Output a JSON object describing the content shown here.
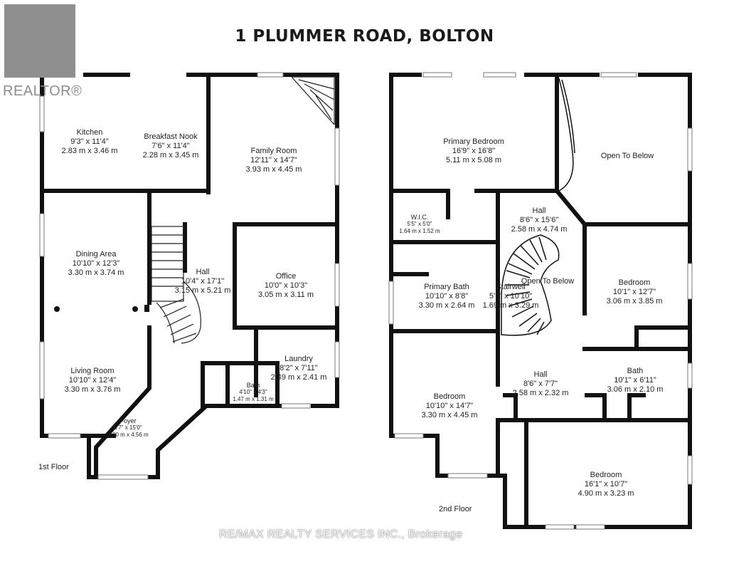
{
  "header": {
    "title": "1 PLUMMER ROAD, BOLTON",
    "logo_text": "REALTOR®"
  },
  "watermark": "RE/MAX REALTY SERVICES INC., Brokerage",
  "floors": [
    {
      "name": "1st Floor",
      "rooms": [
        {
          "name": "Kitchen",
          "imperial": "9'3\" x 11'4\"",
          "metric": "2.83 m x 3.46 m"
        },
        {
          "name": "Breakfast Nook",
          "imperial": "7'6\" x 11'4\"",
          "metric": "2.28 m x 3.45 m"
        },
        {
          "name": "Family Room",
          "imperial": "12'11\" x 14'7\"",
          "metric": "3.93 m x 4.45 m"
        },
        {
          "name": "Dining Area",
          "imperial": "10'10\" x 12'3\"",
          "metric": "3.30 m x 3.74 m"
        },
        {
          "name": "Hall",
          "imperial": "10'4\" x 17'1\"",
          "metric": "3.15 m x 5.21 m"
        },
        {
          "name": "Office",
          "imperial": "10'0\" x 10'3\"",
          "metric": "3.05 m x 3.11 m"
        },
        {
          "name": "Laundry",
          "imperial": "8'2\" x 7'11\"",
          "metric": "2.49 m x 2.41 m"
        },
        {
          "name": "Bath",
          "imperial": "4'10\" x 4'3\"",
          "metric": "1.47 m x 1.31 m"
        },
        {
          "name": "Living Room",
          "imperial": "10'10\" x 12'4\"",
          "metric": "3.30 m x 3.76 m"
        },
        {
          "name": "Foyer",
          "imperial": "6'7\" x 15'0\"",
          "metric": "2.00 m x 4.56 m"
        }
      ]
    },
    {
      "name": "2nd Floor",
      "rooms": [
        {
          "name": "Primary Bedroom",
          "imperial": "16'9\" x 16'8\"",
          "metric": "5.11 m x 5.08 m"
        },
        {
          "name": "Open To Below",
          "imperial": "",
          "metric": ""
        },
        {
          "name": "W.I.C.",
          "imperial": "5'5\" x 5'0\"",
          "metric": "1.64 m x 1.52 m"
        },
        {
          "name": "Hall",
          "imperial": "8'6\" x 15'6\"",
          "metric": "2.58 m x 4.74 m"
        },
        {
          "name": "Primary Bath",
          "imperial": "10'10\" x 8'8\"",
          "metric": "3.30 m x 2.64 m"
        },
        {
          "name": "Stairwell",
          "imperial": "5'7\" x 10'10\"",
          "metric": "1.69 m x 3.29 m"
        },
        {
          "name": "Open To Below",
          "imperial": "",
          "metric": ""
        },
        {
          "name": "Bedroom",
          "imperial": "10'1\" x 12'7\"",
          "metric": "3.06 m x 3.85 m"
        },
        {
          "name": "Bath",
          "imperial": "10'1\" x 6'11\"",
          "metric": "3.06 m x 2.10 m"
        },
        {
          "name": "Hall",
          "imperial": "8'6\" x 7'7\"",
          "metric": "2.58 m x 2.32 m"
        },
        {
          "name": "Bedroom",
          "imperial": "10'10\" x 14'7\"",
          "metric": "3.30 m x 4.45 m"
        },
        {
          "name": "Bedroom",
          "imperial": "16'1\" x 10'7\"",
          "metric": "4.90 m x 3.23 m"
        }
      ]
    }
  ]
}
